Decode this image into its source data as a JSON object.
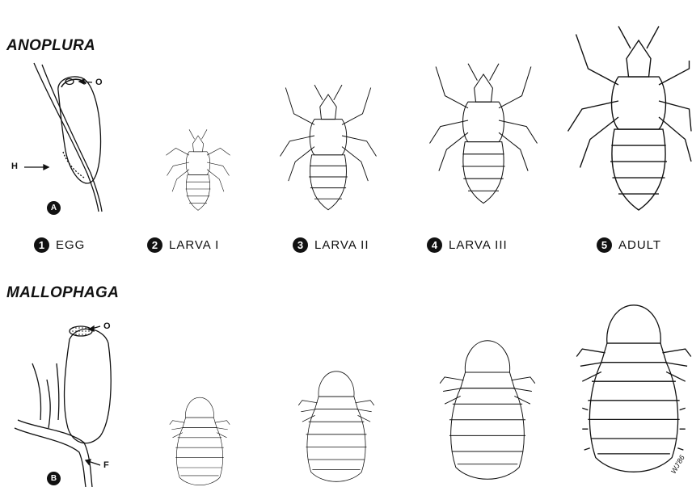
{
  "titles": {
    "anoplura": "ANOPLURA",
    "mallophaga": "MALLOPHAGA"
  },
  "stages": [
    {
      "num": "1",
      "label": "EGG"
    },
    {
      "num": "2",
      "label": "LARVA I"
    },
    {
      "num": "3",
      "label": "LARVA II"
    },
    {
      "num": "4",
      "label": "LARVA III"
    },
    {
      "num": "5",
      "label": "ADULT"
    }
  ],
  "plates": {
    "a": "A",
    "b": "B"
  },
  "callouts": {
    "operculum_a": "O",
    "hair_h": "H",
    "operculum_b": "O",
    "feather_f": "F"
  },
  "signature": "WJ'86"
}
